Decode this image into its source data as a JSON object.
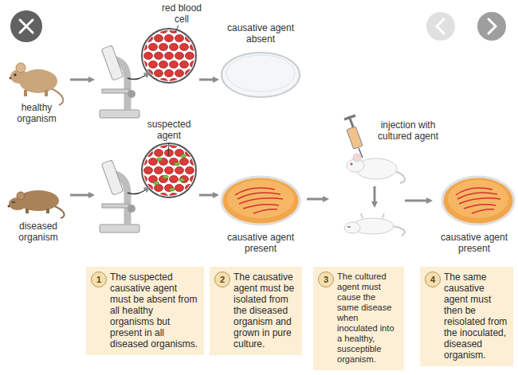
{
  "diagram": {
    "nodes": [
      {
        "text": [
          "The suspected causative agent must be absent from all healthy organisms but present in all diseased organisms."
        ]
      },
      {
        "text": [
          "1"
        ],
        "in": 0
      },
      {
        "text": [
          "The causative agent must be isolated from the diseased organism and grown in pure culture."
        ]
      },
      {
        "text": [
          "2"
        ],
        "in": 2
      },
      {
        "text": [
          "The cultured agent must cause the same disease when inoculated into a healthy, susceptible organism."
        ]
      },
      {
        "text": [
          "3"
        ],
        "in": 4
      },
      {
        "text": [
          "The same causative agent must then be reisolated from the inoculated, diseased organism."
        ]
      },
      {
        "text": [
          "4"
        ],
        "in": 6
      }
    ],
    "labels": [
      "red blood cell",
      "causative agent absent",
      "healthy organism",
      "suspected agent",
      "diseased organism",
      "causative agent present",
      "injection with cultured agent",
      "causative agent present"
    ]
  }
}
